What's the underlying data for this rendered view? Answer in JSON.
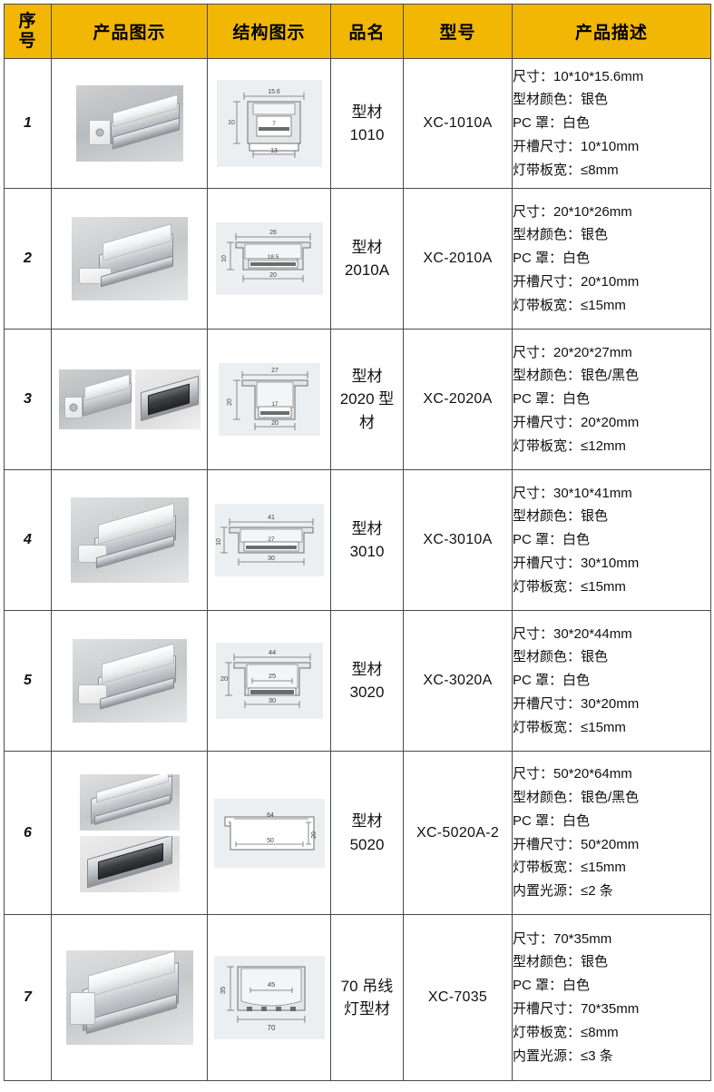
{
  "table": {
    "accent_header_bg": "#f2b705",
    "border_color": "#4a4a4a",
    "headers": [
      {
        "id": "index",
        "label": "序 号"
      },
      {
        "id": "photo",
        "label": "产品图示"
      },
      {
        "id": "drawing",
        "label": "结构图示"
      },
      {
        "id": "name",
        "label": "品名"
      },
      {
        "id": "model",
        "label": "型号"
      },
      {
        "id": "desc",
        "label": "产品描述"
      }
    ],
    "rows": [
      {
        "index": "1",
        "name": "型材\n1010",
        "name_line1": "型材",
        "name_line2": "1010",
        "model": "XC-1010A",
        "desc": [
          "尺寸：10*10*15.6mm",
          "型材颜色：银色",
          "PC 罩：白色",
          "开槽尺寸：10*10mm",
          "灯带板宽：≤8mm"
        ],
        "drawing": {
          "top": "15.6",
          "height": "10",
          "inner": "7",
          "bottom": "13"
        }
      },
      {
        "index": "2",
        "name_line1": "型材",
        "name_line2": "2010A",
        "model": "XC-2010A",
        "desc": [
          "尺寸：20*10*26mm",
          "型材颜色：银色",
          "PC 罩：白色",
          "开槽尺寸：20*10mm",
          "灯带板宽：≤15mm"
        ],
        "drawing": {
          "top": "26",
          "height": "10",
          "inner": "18.5",
          "bottom": "20"
        }
      },
      {
        "index": "3",
        "name_line1": "型材",
        "name_line2": "2020 型",
        "name_line3": "材",
        "model": "XC-2020A",
        "desc": [
          "尺寸：20*20*27mm",
          "型材颜色：银色/黑色",
          "PC 罩：白色",
          "开槽尺寸：20*20mm",
          "灯带板宽：≤12mm"
        ],
        "drawing": {
          "top": "27",
          "height": "20",
          "inner": "17",
          "bottom": "20"
        }
      },
      {
        "index": "4",
        "name_line1": "型材",
        "name_line2": "3010",
        "model": "XC-3010A",
        "desc": [
          "尺寸：30*10*41mm",
          "型材颜色：银色",
          "PC 罩：白色",
          "开槽尺寸：30*10mm",
          "灯带板宽：≤15mm"
        ],
        "drawing": {
          "top": "41",
          "height": "10",
          "inner": "27",
          "bottom": "30"
        }
      },
      {
        "index": "5",
        "name_line1": "型材",
        "name_line2": "3020",
        "model": "XC-3020A",
        "desc": [
          "尺寸：30*20*44mm",
          "型材颜色：银色",
          "PC 罩：白色",
          "开槽尺寸：30*20mm",
          "灯带板宽：≤15mm"
        ],
        "drawing": {
          "top": "44",
          "height": "20",
          "inner": "25",
          "bottom": "30"
        }
      },
      {
        "index": "6",
        "name_line1": "型材",
        "name_line2": "5020",
        "model": "XC-5020A-2",
        "desc": [
          "尺寸：50*20*64mm",
          "型材颜色：银色/黑色",
          "PC 罩：白色",
          "开槽尺寸：50*20mm",
          "灯带板宽：≤15mm",
          "内置光源：≤2 条"
        ],
        "drawing": {
          "top": "64",
          "height": "20",
          "bottom": "50"
        }
      },
      {
        "index": "7",
        "name_line1": "70 吊线",
        "name_line2": "灯型材",
        "model": "XC-7035",
        "desc": [
          "尺寸：70*35mm",
          "型材颜色：银色",
          "PC 罩：白色",
          "开槽尺寸：70*35mm",
          "灯带板宽：≤8mm",
          "内置光源：≤3 条"
        ],
        "drawing": {
          "height": "35",
          "inner": "45",
          "bottom": "70"
        }
      }
    ]
  }
}
